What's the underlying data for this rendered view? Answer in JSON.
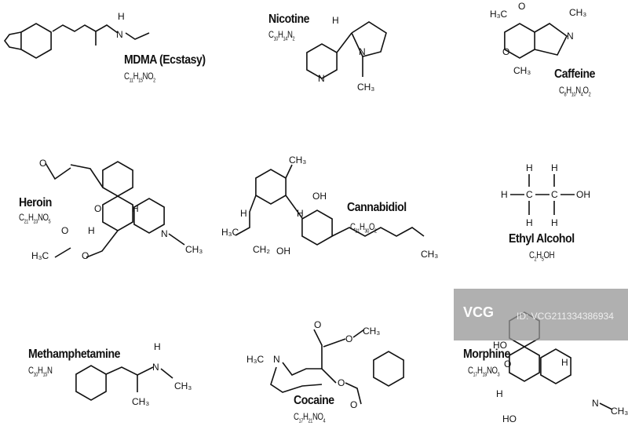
{
  "molecules": [
    {
      "name": "MDMA (Ecstasy)",
      "formula": "C11H15NO2"
    },
    {
      "name": "Nicotine",
      "formula": "C10H14N2"
    },
    {
      "name": "Caffeine",
      "formula": "C8H10N4O2"
    },
    {
      "name": "Heroin",
      "formula": "C21H23NO5"
    },
    {
      "name": "Cannabidiol",
      "formula": "C21H30O2"
    },
    {
      "name": "Ethyl Alcohol",
      "formula": "C2H5OH"
    },
    {
      "name": "Methamphetamine",
      "formula": "C10H15N"
    },
    {
      "name": "Cocaine",
      "formula": "C17H21NO4"
    },
    {
      "name": "Morphine",
      "formula": "C17H19NO3"
    }
  ],
  "watermark": {
    "logo": "VCG",
    "id": "ID: VCG211334386934"
  }
}
